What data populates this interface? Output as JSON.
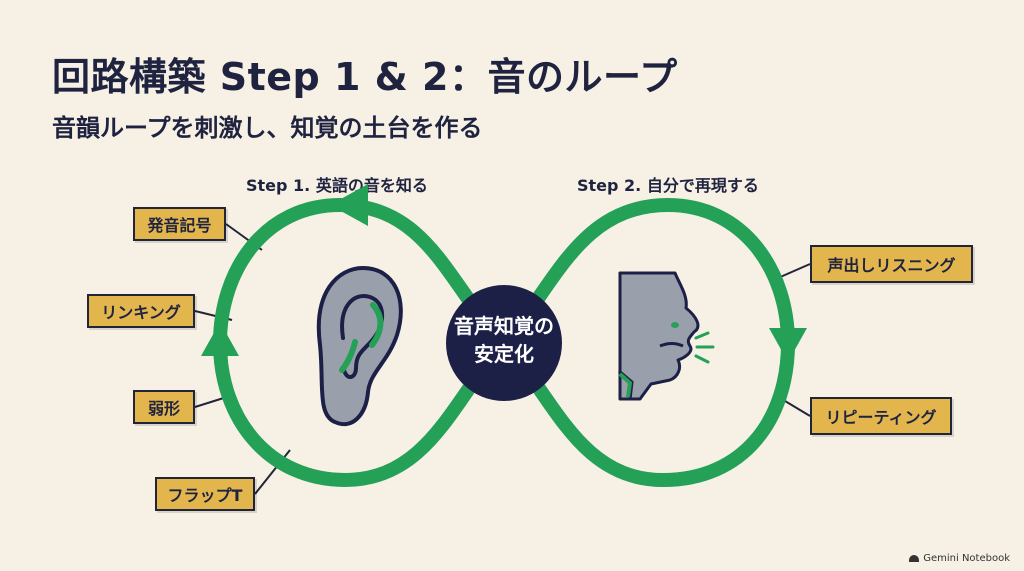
{
  "title": "回路構築 Step 1 & 2：音のループ",
  "subtitle": "音韻ループを刺激し、知覚の土台を作る",
  "steps": [
    {
      "label": "Step 1. 英語の音を知る"
    },
    {
      "label": "Step 2. 自分で再現する"
    }
  ],
  "center": {
    "line1": "音声知覚の",
    "line2": "安定化"
  },
  "left_tags": [
    "発音記号",
    "リンキング",
    "弱形",
    "フラップT"
  ],
  "right_tags": [
    "声出しリスニング",
    "リピーティング"
  ],
  "icons": [
    "ear-icon",
    "speaking-face-icon"
  ],
  "brand": "Gemini Notebook",
  "colors": {
    "loop": "#24a057",
    "navy": "#1c2046",
    "tag": "#e2b64c",
    "background": "#f6f1e4"
  }
}
